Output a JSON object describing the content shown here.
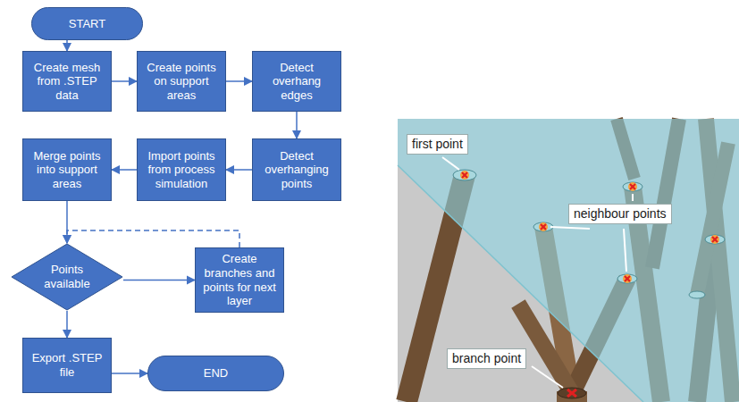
{
  "diagram": {
    "nodes": [
      {
        "text": [
          "START"
        ]
      },
      {
        "text": [
          "Create mesh from .STEP data"
        ]
      },
      {
        "text": [
          "Create points on support areas"
        ]
      },
      {
        "text": [
          "Detect overhang edges"
        ]
      },
      {
        "text": [
          "Detect overhanging points"
        ]
      },
      {
        "text": [
          "Import points from process simulation"
        ]
      },
      {
        "text": [
          "Merge points into support areas"
        ]
      },
      {
        "text": [
          "Points available"
        ]
      },
      {
        "text": [
          "Create branches and points for next layer"
        ]
      },
      {
        "text": [
          "Export .STEP file"
        ]
      },
      {
        "text": [
          "END"
        ]
      }
    ],
    "edges": [
      {
        "from": 0,
        "to": 1,
        "arrow": "to"
      },
      {
        "from": 1,
        "to": 2,
        "arrow": "to"
      },
      {
        "from": 2,
        "to": 3,
        "arrow": "to"
      },
      {
        "from": 3,
        "to": 4,
        "arrow": "to"
      },
      {
        "from": 4,
        "to": 5,
        "arrow": "to"
      },
      {
        "from": 5,
        "to": 6,
        "arrow": "to"
      },
      {
        "from": 6,
        "to": 7,
        "arrow": "to"
      },
      {
        "from": 7,
        "to": 8,
        "arrow": "to"
      },
      {
        "from": 8,
        "to": 7,
        "arrow": "to"
      },
      {
        "from": 7,
        "to": 9,
        "arrow": "to"
      },
      {
        "from": 9,
        "to": 10,
        "arrow": "to"
      }
    ],
    "labels": [
      "first point",
      "neighbour points",
      "branch point"
    ]
  }
}
